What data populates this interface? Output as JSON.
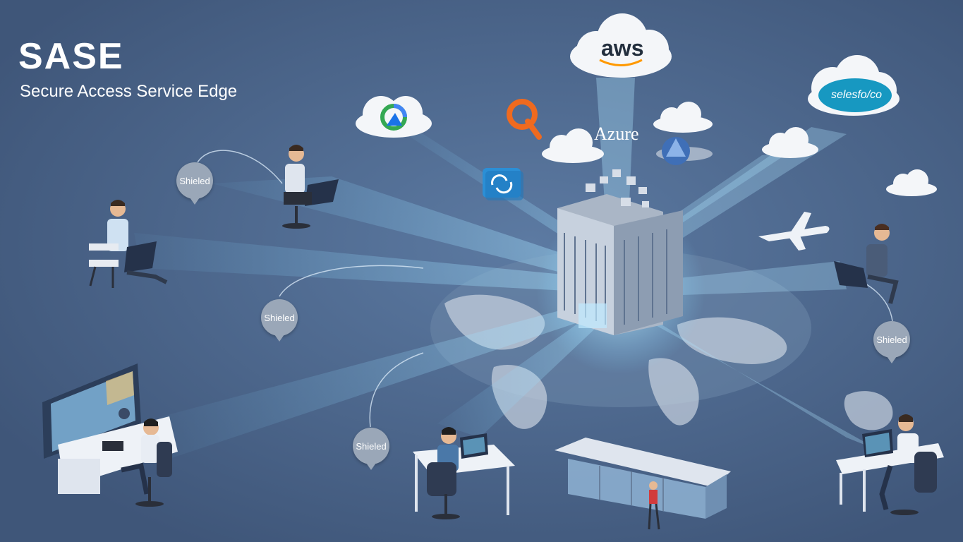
{
  "header": {
    "title": "SASE",
    "subtitle": "Secure Access Service Edge"
  },
  "cloud_services": {
    "aws_label": "aws",
    "azure_label": "Azure",
    "salesforce_label": "selesfo/co"
  },
  "shield_labels": [
    "Shieled",
    "Shieled",
    "Shieled",
    "Shieled"
  ],
  "icons": [
    "cloud-icon",
    "google-logo-icon",
    "sync-app-icon",
    "q-logo-icon",
    "office-building-icon",
    "world-map-icon",
    "airplane-icon",
    "user-laptop-icon",
    "workstation-icon",
    "branch-office-icon",
    "shield-pin-icon"
  ],
  "colors": {
    "background": "#4a6488",
    "beam": "#7fd3ff",
    "cloud": "#f4f6f9",
    "salesforce": "#1798c1",
    "aws_orange": "#ff9900",
    "q_logo": "#ef6a1f",
    "azure_blue": "#3f6fb7",
    "pin": "#9aa7b8"
  }
}
